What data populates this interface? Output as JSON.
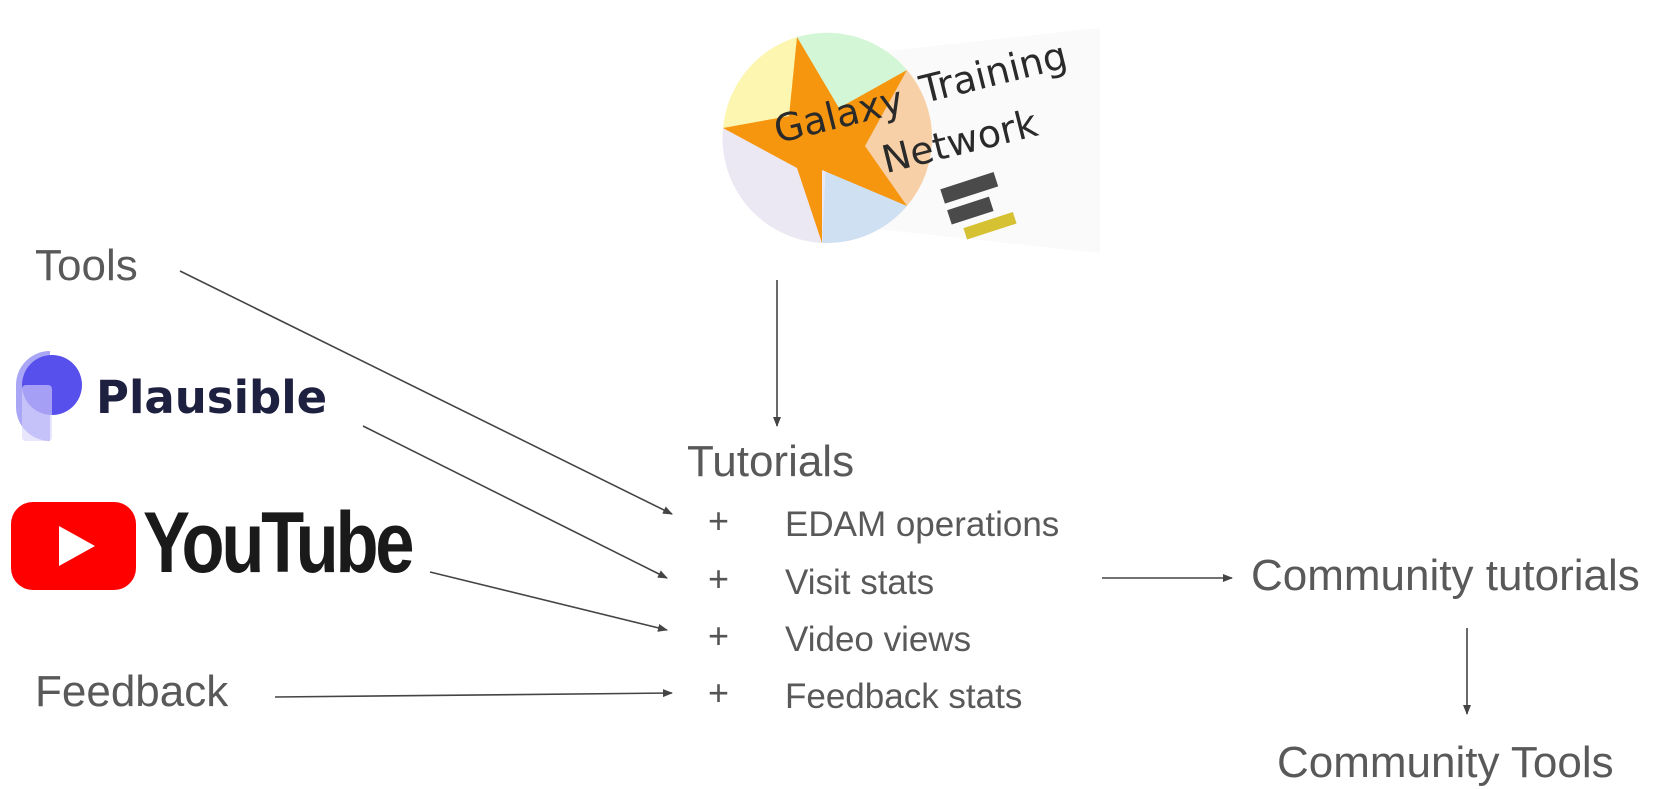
{
  "logo": {
    "galaxy_word": "Galaxy",
    "training_word": "Training",
    "network_word": "Network",
    "colors": {
      "star": "#f6960f",
      "yellow": "#fdf6b0",
      "green": "#d3f7d6",
      "lavender": "#ebe8f3",
      "blue": "#cfe0f2",
      "peach": "#f8d0a8"
    }
  },
  "sources": {
    "tools": "Tools",
    "plausible": "Plausible",
    "youtube": "YouTube",
    "feedback": "Feedback"
  },
  "tutorials": {
    "title": "Tutorials",
    "items": [
      {
        "plus": "+",
        "label": "EDAM operations"
      },
      {
        "plus": "+",
        "label": "Visit stats"
      },
      {
        "plus": "+",
        "label": "Video views"
      },
      {
        "plus": "+",
        "label": "Feedback stats"
      }
    ]
  },
  "outputs": {
    "community_tutorials": "Community tutorials",
    "community_tools": "Community Tools"
  },
  "colors": {
    "arrow": "#444444",
    "plausible_brand": "#5850ec",
    "youtube_red": "#ff0000"
  }
}
